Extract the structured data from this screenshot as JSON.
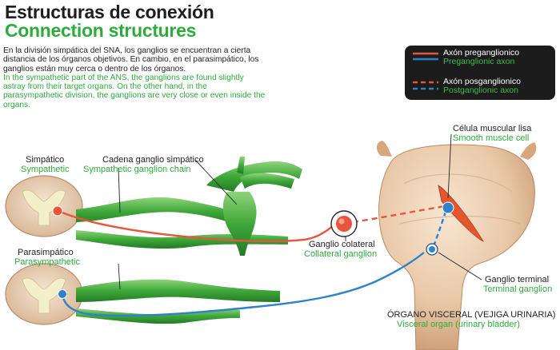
{
  "title": {
    "es": "Estructuras de conexión",
    "en": "Connection structures"
  },
  "intro": {
    "es": "En la división simpática del SNA, los ganglios se encuentran a cierta distancia de los órganos objetivos. En cambio, en el parasimpático, los ganglios están muy cerca o dentro de los órganos.",
    "en": "In the sympathetic part of the ANS, the ganglions are found slightly astray from their target organs. On the other hand, in the parasympathetic division, the ganglions are very close or even inside the organs."
  },
  "legend": {
    "preganglionic_es": "Axón preganglionico",
    "preganglionic_en": "Preganglionic axon",
    "postganglionic_es": "Axón posganglionico",
    "postganglionic_en": "Postganglionic axon",
    "colors": {
      "sympathetic": "#e8553f",
      "parasympathetic": "#2f82c8"
    }
  },
  "labels": {
    "sympathetic": {
      "es": "Simpático",
      "en": "Sympathetic"
    },
    "chain": {
      "es": "Cadena ganglio simpático",
      "en": "Sympathetic ganglion chain"
    },
    "parasympathetic": {
      "es": "Parasimpático",
      "en": "Parasympathetic"
    },
    "collateral": {
      "es": "Ganglio colateral",
      "en": "Collateral ganglion"
    },
    "muscle": {
      "es": "Célula muscular lisa",
      "en": "Smooth muscle cell"
    },
    "terminal": {
      "es": "Ganglio terminal",
      "en": "Terminal ganglion"
    },
    "organ": {
      "es": "ÓRGANO VISCERAL (VEJIGA URINARIA)",
      "en": "Visceral organ (urinary bladder)"
    }
  }
}
